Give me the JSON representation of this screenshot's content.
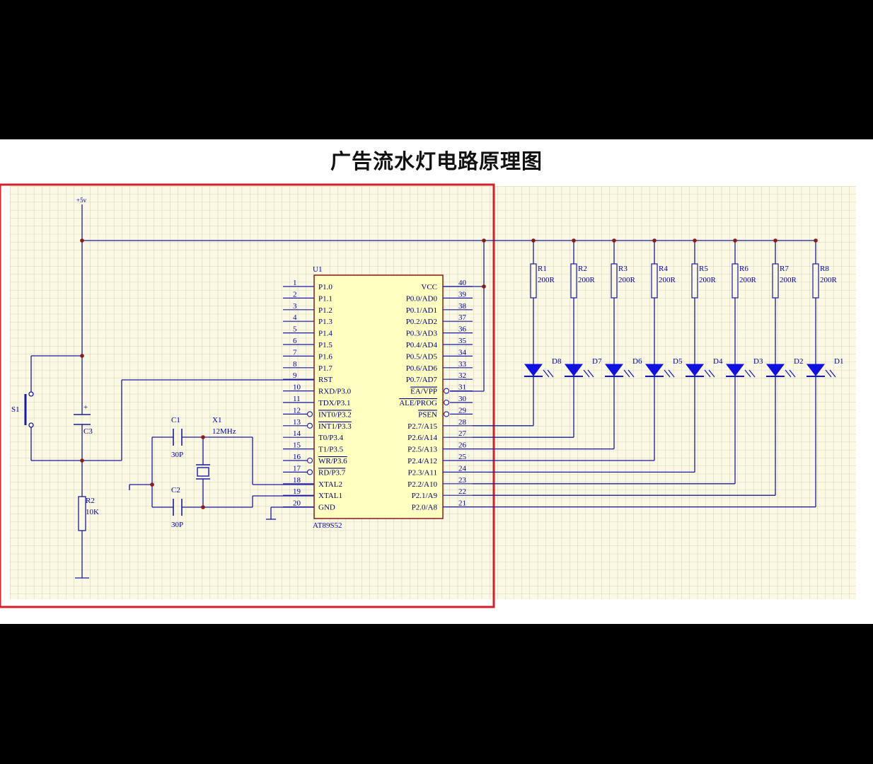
{
  "title": "广告流水灯电路原理图",
  "colors": {
    "grid_bg": "#fbf9e3",
    "grid_line": "#c8c6a8",
    "wire": "#1a1aa0",
    "chip_fill": "#ffffbf",
    "chip_border": "#8b1a1a",
    "junction": "#8b1a1a",
    "highlight_box": "#d4202a",
    "led": "#1010e0"
  },
  "labels": {
    "vcc": "+5v",
    "chip_ref": "U1",
    "chip_part": "AT89S52",
    "switch": "S1",
    "cap_main": "C3",
    "cap_main_plus": "+",
    "res_reset": "R2",
    "res_reset_val": "10K",
    "cap1": "C1",
    "cap1_val": "30P",
    "cap2": "C2",
    "cap2_val": "30P",
    "crystal": "X1",
    "crystal_val": "12MHz"
  },
  "left_pins": [
    {
      "num": "1",
      "name": "P1.0"
    },
    {
      "num": "2",
      "name": "P1.1"
    },
    {
      "num": "3",
      "name": "P1.2"
    },
    {
      "num": "4",
      "name": "P1.3"
    },
    {
      "num": "5",
      "name": "P1.4"
    },
    {
      "num": "6",
      "name": "P1.5"
    },
    {
      "num": "7",
      "name": "P1.6"
    },
    {
      "num": "8",
      "name": "P1.7"
    },
    {
      "num": "9",
      "name": "RST"
    },
    {
      "num": "10",
      "name": "RXD/P3.0"
    },
    {
      "num": "11",
      "name": "TDX/P3.1"
    },
    {
      "num": "12",
      "name": "INT0/P3.2"
    },
    {
      "num": "13",
      "name": "INT1/P3.3"
    },
    {
      "num": "14",
      "name": "T0/P3.4"
    },
    {
      "num": "15",
      "name": "T1/P3.5"
    },
    {
      "num": "16",
      "name": "WR/P3.6"
    },
    {
      "num": "17",
      "name": "RD/P3.7"
    },
    {
      "num": "18",
      "name": "XTAL2"
    },
    {
      "num": "19",
      "name": "XTAL1"
    },
    {
      "num": "20",
      "name": "GND"
    }
  ],
  "right_pins": [
    {
      "num": "40",
      "name": "VCC"
    },
    {
      "num": "39",
      "name": "P0.0/AD0"
    },
    {
      "num": "38",
      "name": "P0.1/AD1"
    },
    {
      "num": "37",
      "name": "P0.2/AD2"
    },
    {
      "num": "36",
      "name": "P0.3/AD3"
    },
    {
      "num": "35",
      "name": "P0.4/AD4"
    },
    {
      "num": "34",
      "name": "P0.5/AD5"
    },
    {
      "num": "33",
      "name": "P0.6/AD6"
    },
    {
      "num": "32",
      "name": "P0.7/AD7"
    },
    {
      "num": "31",
      "name": "EA/VPP"
    },
    {
      "num": "30",
      "name": "ALE/PROG"
    },
    {
      "num": "29",
      "name": "PSEN"
    },
    {
      "num": "28",
      "name": "P2.7/A15"
    },
    {
      "num": "27",
      "name": "P2.6/A14"
    },
    {
      "num": "26",
      "name": "P2.5/A13"
    },
    {
      "num": "25",
      "name": "P2.4/A12"
    },
    {
      "num": "24",
      "name": "P2.3/A11"
    },
    {
      "num": "23",
      "name": "P2.2/A10"
    },
    {
      "num": "22",
      "name": "P2.1/A9"
    },
    {
      "num": "21",
      "name": "P2.0/A8"
    }
  ],
  "resistors": [
    {
      "ref": "R1",
      "val": "200R"
    },
    {
      "ref": "R2",
      "val": "200R"
    },
    {
      "ref": "R3",
      "val": "200R"
    },
    {
      "ref": "R4",
      "val": "200R"
    },
    {
      "ref": "R5",
      "val": "200R"
    },
    {
      "ref": "R6",
      "val": "200R"
    },
    {
      "ref": "R7",
      "val": "200R"
    },
    {
      "ref": "R8",
      "val": "200R"
    }
  ],
  "leds": [
    "D8",
    "D7",
    "D6",
    "D5",
    "D4",
    "D3",
    "D2",
    "D1"
  ]
}
